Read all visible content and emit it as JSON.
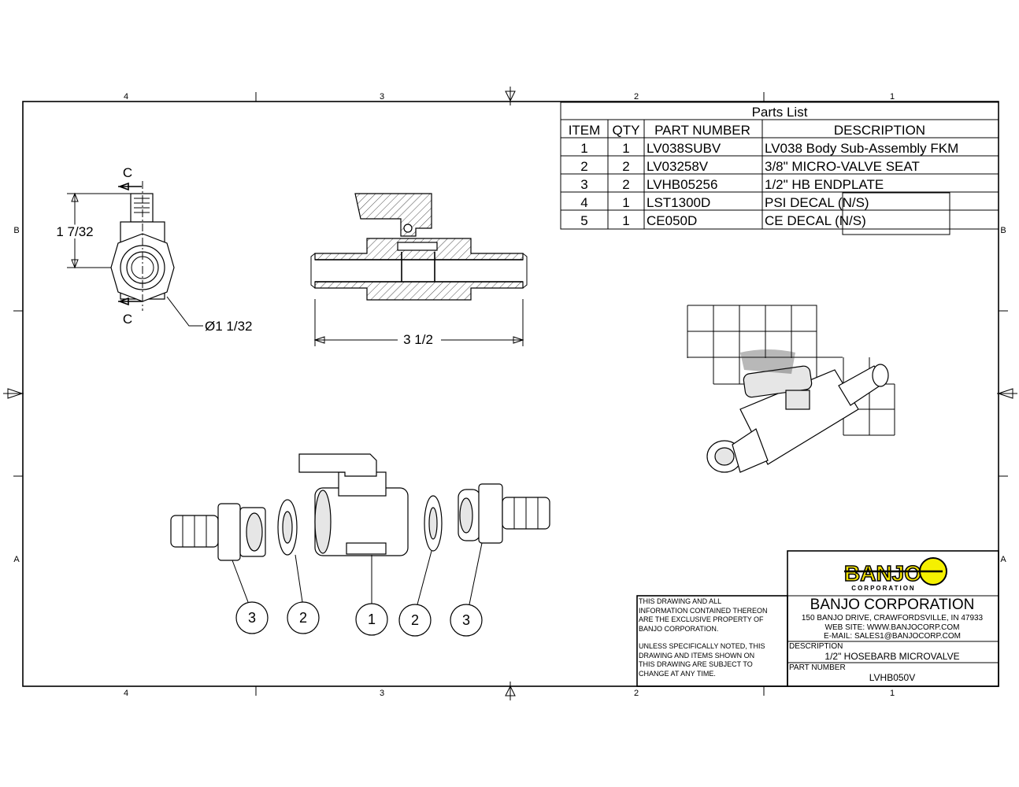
{
  "zones": {
    "columns": [
      "4",
      "3",
      "2",
      "1"
    ],
    "rows": [
      "B",
      "A"
    ]
  },
  "parts_list": {
    "title": "Parts List",
    "headers": [
      "ITEM",
      "QTY",
      "PART NUMBER",
      "DESCRIPTION"
    ],
    "rows": [
      [
        "1",
        "1",
        "LV038SUBV",
        "LV038 Body Sub-Assembly FKM"
      ],
      [
        "2",
        "2",
        "LV03258V",
        "3/8\" MICRO-VALVE SEAT"
      ],
      [
        "3",
        "2",
        "LVHB05256",
        "1/2\" HB ENDPLATE"
      ],
      [
        "4",
        "1",
        "LST1300D",
        "PSI DECAL (N/S)"
      ],
      [
        "5",
        "1",
        "CE050D",
        "CE DECAL (N/S)"
      ]
    ]
  },
  "views": {
    "section_label": "C",
    "height_dim": "1 7/32",
    "diameter_dim": "Ø1 1/32",
    "length_dim": "3 1/2"
  },
  "balloons": [
    "3",
    "2",
    "1",
    "2",
    "3"
  ],
  "title_block": {
    "logo_text": "BANJO",
    "logo_sub": "CORPORATION",
    "notice_1": [
      "THIS DRAWING AND ALL",
      "INFORMATION CONTAINED THEREON",
      "ARE THE EXCLUSIVE PROPERTY OF",
      "BANJO CORPORATION."
    ],
    "notice_2": [
      "UNLESS SPECIFICALLY NOTED, THIS",
      "DRAWING AND ITEMS SHOWN ON",
      "THIS DRAWING ARE SUBJECT TO",
      "CHANGE AT ANY TIME."
    ],
    "company": "BANJO CORPORATION",
    "address": "150 BANJO DRIVE, CRAWFORDSVILLE, IN 47933",
    "website": "WEB SITE: WWW.BANJOCORP.COM",
    "email": "E-MAIL: SALES1@BANJOCORP.COM",
    "description_label": "DESCRIPTION",
    "description": "1/2\" HOSEBARB MICROVALVE",
    "part_number_label": "PART NUMBER",
    "part_number": "LVHB050V"
  },
  "colors": {
    "logo_yellow": "#f2e200",
    "logo_ball": "#f5f000"
  }
}
